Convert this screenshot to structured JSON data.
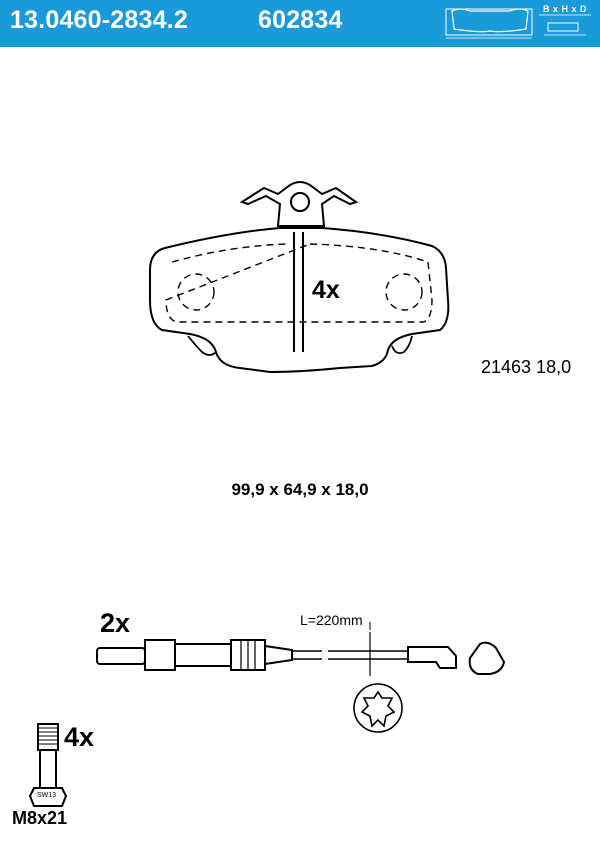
{
  "header": {
    "part_number": "13.0460-2834.2",
    "reference_number": "602834",
    "dimension_label": "B x H x D",
    "bg_color": "#1a9ad9"
  },
  "brake_pad": {
    "quantity": "4x",
    "wva_number": "21463 18,0",
    "dimensions": "99,9 x 64,9 x 18,0"
  },
  "wear_sensor": {
    "quantity": "2x",
    "cable_length": "L=220mm"
  },
  "bolt": {
    "quantity": "4x",
    "size": "M8x21",
    "wrench_size": "SW13"
  }
}
